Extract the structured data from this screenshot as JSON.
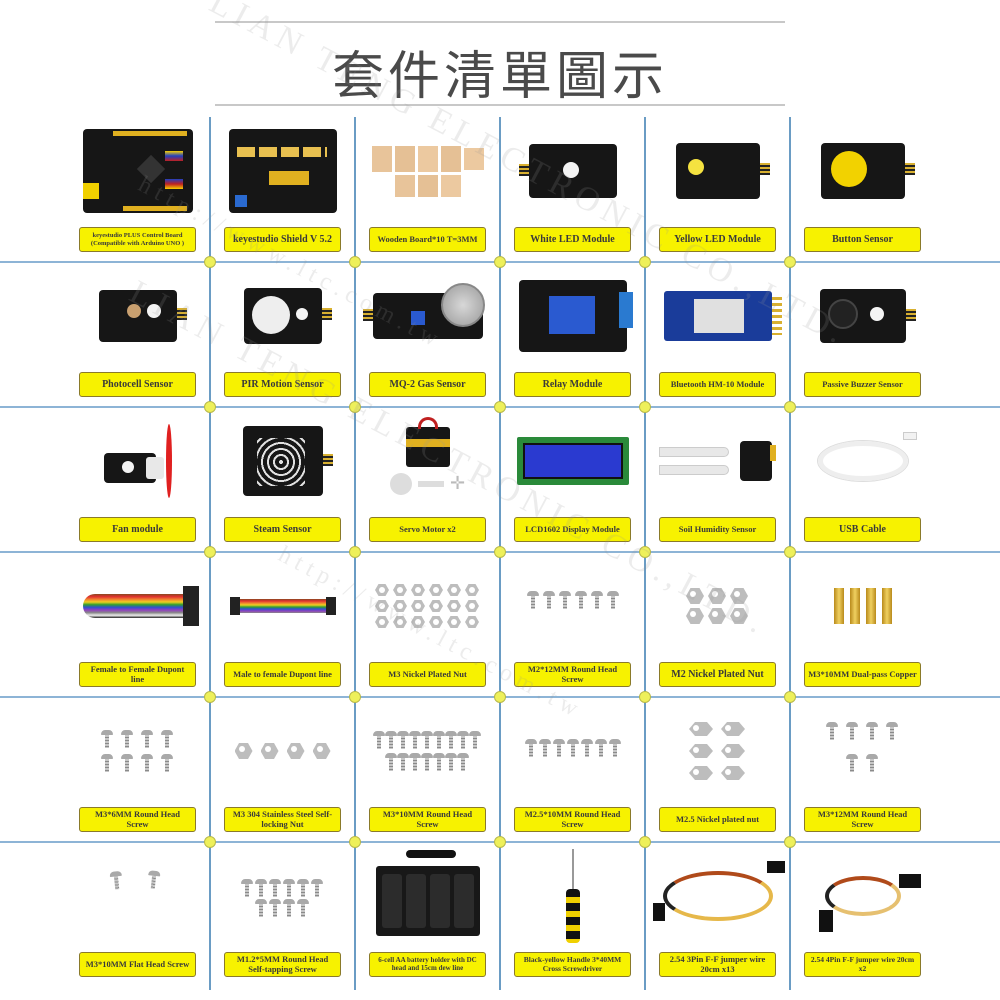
{
  "header": {
    "title": "套件清單圖示"
  },
  "colors": {
    "label_bg": "#f7f200",
    "label_border": "#8a7a2a",
    "grid_line": "#6a9cc4",
    "grid_dot": "#eef05a",
    "title_text": "#4a4a4a"
  },
  "watermark": {
    "line1": "LIAN TENG ELECTRONIC CO.,LTD.",
    "line2": "http://www.ltc.com.tw"
  },
  "grid": {
    "rows": [
      [
        {
          "label": "keyestudio PLUS Control Board (Compatible with Arduino UNO )",
          "icon": "arduino-board-icon"
        },
        {
          "label": "keyestudio Shield V 5.2",
          "icon": "sensor-shield-icon"
        },
        {
          "label": "Wooden Board*10 T=3MM",
          "icon": "wooden-board-icon"
        },
        {
          "label": "White LED Module",
          "icon": "white-led-module-icon"
        },
        {
          "label": "Yellow LED Module",
          "icon": "yellow-led-module-icon"
        },
        {
          "label": "Button Sensor",
          "icon": "button-sensor-icon"
        }
      ],
      [
        {
          "label": "Photocell Sensor",
          "icon": "photocell-sensor-icon"
        },
        {
          "label": "PIR Motion Sensor",
          "icon": "pir-sensor-icon"
        },
        {
          "label": "MQ-2 Gas Sensor",
          "icon": "gas-sensor-icon"
        },
        {
          "label": "Relay Module",
          "icon": "relay-module-icon"
        },
        {
          "label": "Bluetooth HM-10 Module",
          "icon": "bluetooth-module-icon"
        },
        {
          "label": "Passive Buzzer Sensor",
          "icon": "buzzer-sensor-icon"
        }
      ],
      [
        {
          "label": "Fan module",
          "icon": "fan-module-icon"
        },
        {
          "label": "Steam Sensor",
          "icon": "steam-sensor-icon"
        },
        {
          "label": "Servo Motor x2",
          "icon": "servo-motor-icon"
        },
        {
          "label": "LCD1602 Display Module",
          "icon": "lcd-display-icon"
        },
        {
          "label": "Soil Humidity Sensor",
          "icon": "soil-sensor-icon"
        },
        {
          "label": "USB Cable",
          "icon": "usb-cable-icon"
        }
      ],
      [
        {
          "label": "Female to Female Dupont line",
          "icon": "dupont-ff-icon"
        },
        {
          "label": "Male to female Dupont line",
          "icon": "dupont-mf-icon"
        },
        {
          "label": "M3 Nickel Plated Nut",
          "icon": "m3-nut-icon"
        },
        {
          "label": "M2*12MM Round Head Screw",
          "icon": "m2-screw-icon"
        },
        {
          "label": "M2 Nickel Plated Nut",
          "icon": "m2-nut-icon"
        },
        {
          "label": "M3*10MM Dual-pass Copper",
          "icon": "copper-standoff-icon"
        }
      ],
      [
        {
          "label": "M3*6MM Round Head Screw",
          "icon": "m3-6mm-screw-icon"
        },
        {
          "label": "M3 304 Stainless Steel Self-locking Nut",
          "icon": "self-locking-nut-icon"
        },
        {
          "label": "M3*10MM Round Head Screw",
          "icon": "m3-10mm-screw-icon"
        },
        {
          "label": "M2.5*10MM Round Head Screw",
          "icon": "m2-5-screw-icon"
        },
        {
          "label": "M2.5 Nickel plated nut",
          "icon": "m2-5-nut-icon"
        },
        {
          "label": "M3*12MM Round Head Screw",
          "icon": "m3-12mm-screw-icon"
        }
      ],
      [
        {
          "label": "M3*10MM Flat Head Screw",
          "icon": "flat-head-screw-icon"
        },
        {
          "label": "M1.2*5MM Round Head Self-tapping Screw",
          "icon": "self-tapping-screw-icon"
        },
        {
          "label": "6-cell AA battery holder with DC head and 15cm dew line",
          "icon": "battery-holder-icon"
        },
        {
          "label": "Black-yellow Handle 3*40MM Cross Screwdriver",
          "icon": "screwdriver-icon"
        },
        {
          "label": "2.54 3Pin F-F jumper wire 20cm x13",
          "icon": "3pin-jumper-wire-icon"
        },
        {
          "label": "2.54 4Pin F-F jumper wire 20cm x2",
          "icon": "4pin-jumper-wire-icon"
        }
      ]
    ]
  }
}
